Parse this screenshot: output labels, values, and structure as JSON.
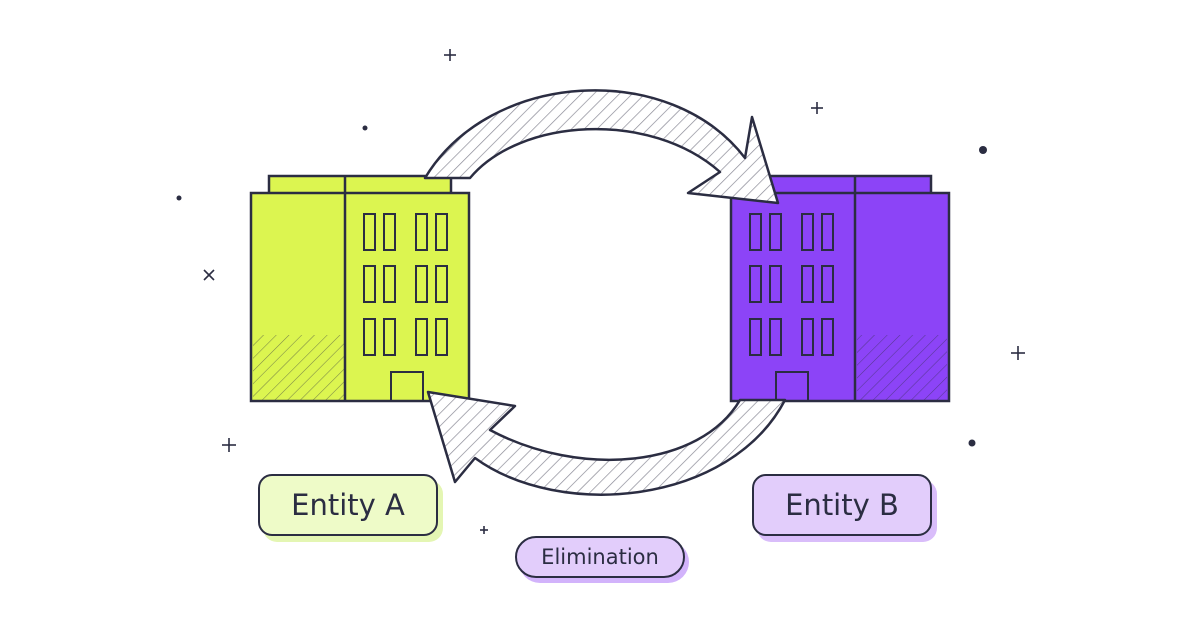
{
  "entity_a": {
    "label": "Entity A",
    "color": "#dcf550"
  },
  "entity_b": {
    "label": "Entity B",
    "color": "#8c44f7"
  },
  "process": {
    "label": "Elimination"
  },
  "colors": {
    "outline": "#2b2d42",
    "arrow_fill": "#ffffff",
    "hatch": "#9a9aa6"
  },
  "decorations": [
    "plus-icon",
    "dot-icon",
    "x-icon"
  ]
}
